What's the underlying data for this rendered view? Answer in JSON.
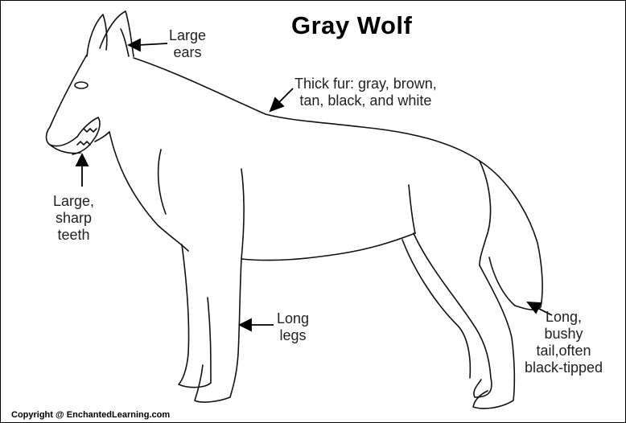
{
  "title": "Gray Wolf",
  "labels": {
    "ears": "Large\nears",
    "fur": "Thick fur: gray, brown,\ntan, black, and white",
    "teeth": "Large,\nsharp\nteeth",
    "legs": "Long\nlegs",
    "tail": "Long,\nbushy\ntail,often\nblack-tipped"
  },
  "copyright": "Copyright @ EnchantedLearning.com"
}
